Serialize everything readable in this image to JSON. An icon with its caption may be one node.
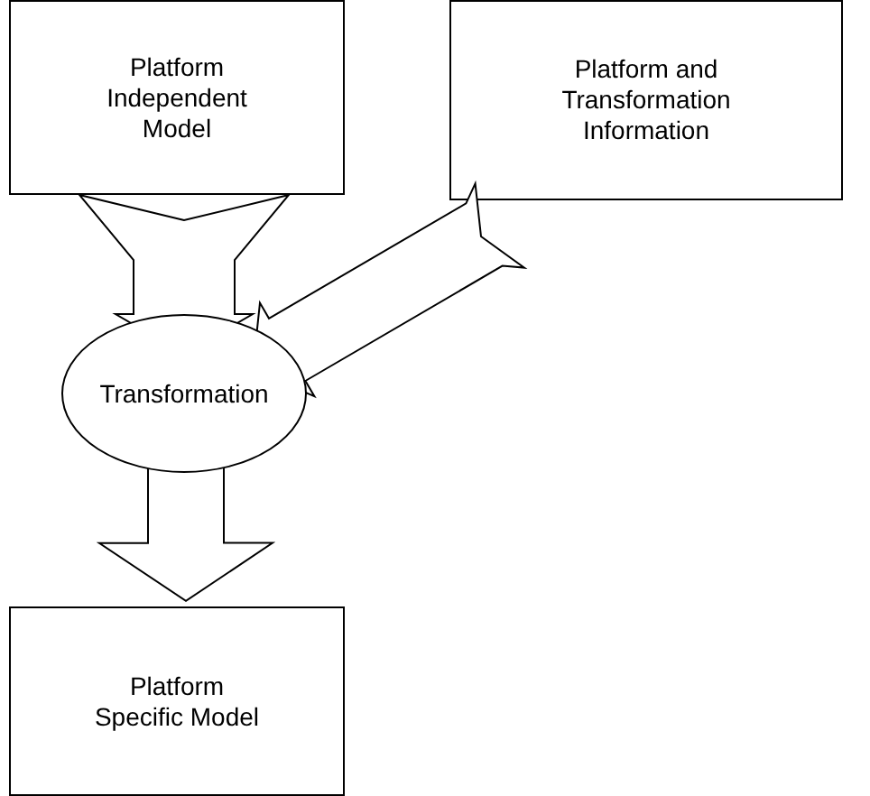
{
  "diagram": {
    "nodes": [
      {
        "text": [
          "Platform Independent Model"
        ]
      },
      {
        "text": [
          "Platform and Transformation Information"
        ]
      },
      {
        "text": [
          "Transformation"
        ]
      },
      {
        "text": [
          "Platform Specific Model"
        ]
      }
    ],
    "edges": [
      {
        "from": 0,
        "to": 2,
        "arrow": "to"
      },
      {
        "from": 1,
        "to": 2,
        "arrow": "to"
      },
      {
        "from": 2,
        "to": 3,
        "arrow": "to"
      }
    ]
  }
}
